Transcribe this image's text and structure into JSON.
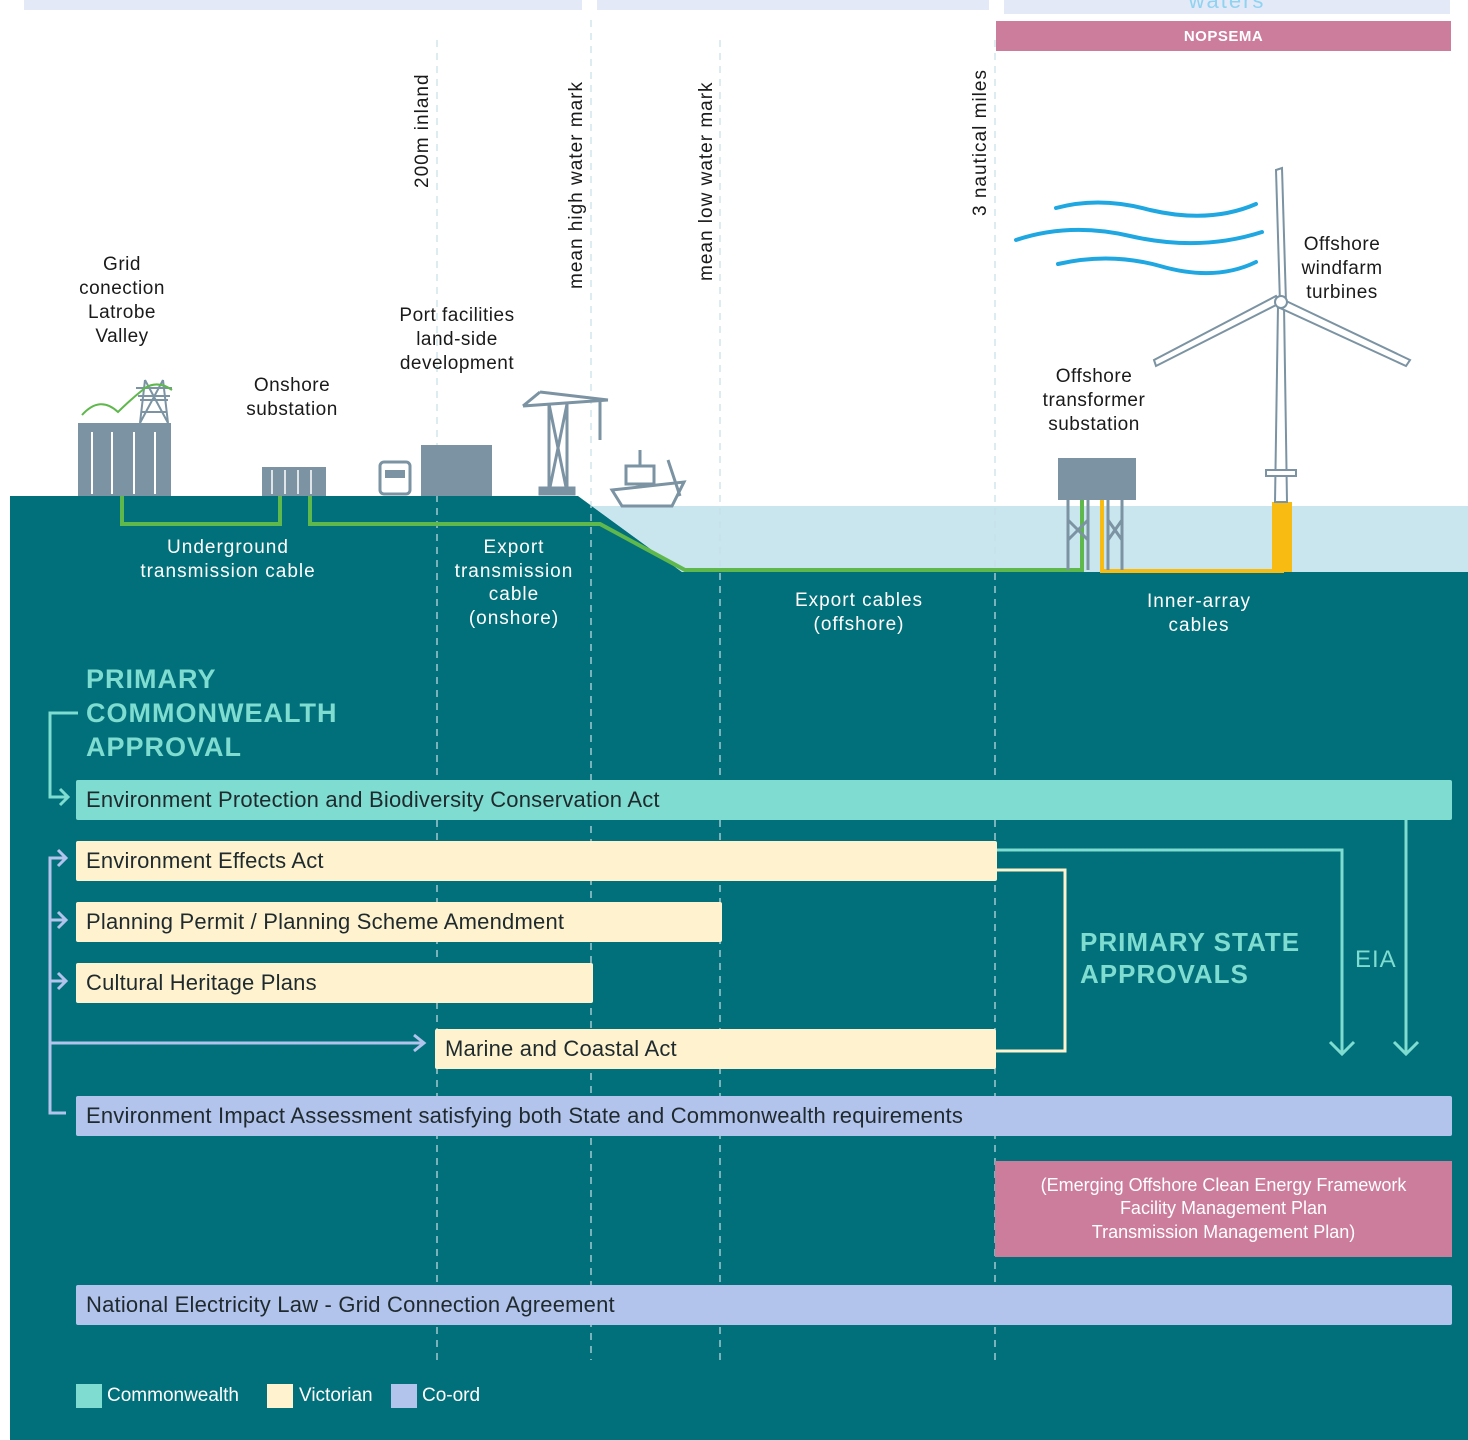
{
  "colors": {
    "sea_deep": "#02707a",
    "sea_shallow": "#c9e6ef",
    "commonwealth": "#7edcd0",
    "victorian": "#fff3cf",
    "coord": "#b2c3ec",
    "regulator": "#cd7d9c",
    "cable_green": "#5fb84c",
    "cable_yellow": "#f7bb11",
    "wind_lines": "#1ea7e1"
  },
  "top": {
    "offshore_header_partial": "waters",
    "regulator": "NOPSEMA"
  },
  "boundaries": {
    "inland": "200m inland",
    "high_water": "mean high water mark",
    "low_water": "mean low water mark",
    "nautical": "3 nautical miles"
  },
  "facilities": {
    "grid": "Grid\nconection\nLatrobe\nValley",
    "onshore_substation": "Onshore\nsubstation",
    "port": "Port facilities\nland-side\ndevelopment",
    "offshore_substation": "Offshore\ntransformer\nsubstation",
    "turbines": "Offshore\nwindfarm\nturbines"
  },
  "cables": {
    "underground": "Underground\ntransmission cable",
    "export_onshore": "Export\ntransmission\ncable\n(onshore)",
    "export_offshore": "Export cables\n(offshore)",
    "inner_array": "Inner-array\ncables"
  },
  "approvals": {
    "commonwealth_heading": "PRIMARY\nCOMMONWEALTH\nAPPROVAL",
    "state_heading": "PRIMARY STATE\nAPPROVALS",
    "eia_label": "EIA",
    "epbc": "Environment Protection and Biodiversity Conservation Act",
    "effects_act": "Environment Effects Act",
    "planning": "Planning Permit / Planning Scheme Amendment",
    "heritage": "Cultural Heritage Plans",
    "marine": "Marine and Coastal Act",
    "eia_bar": "Environment Impact Assessment satisfying both State and Commonwealth requirements",
    "framework": "(Emerging Offshore Clean Energy Framework\nFacility Management Plan\nTransmission Management Plan)",
    "nel": "National Electricity Law - Grid Connection Agreement"
  },
  "legend": {
    "commonwealth": "Commonwealth",
    "victorian": "Victorian",
    "coord": "Co-ord"
  }
}
